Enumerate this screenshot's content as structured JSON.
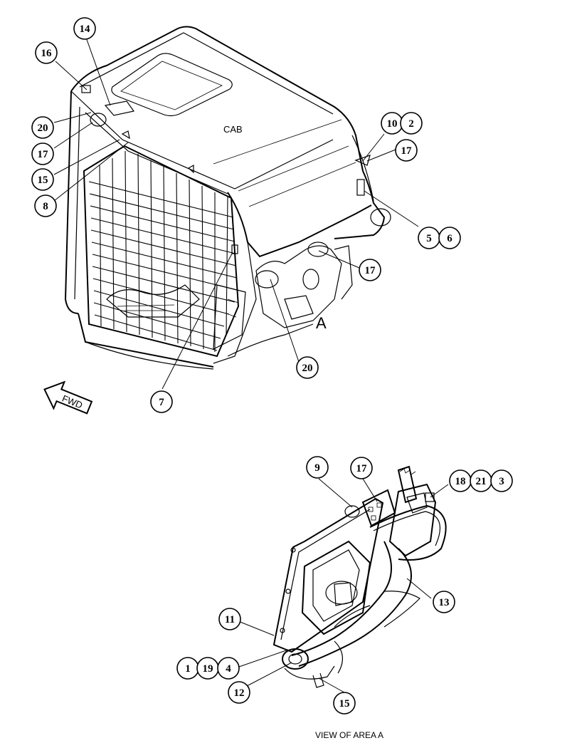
{
  "labels": {
    "cab": "CAB",
    "area_marker": "A",
    "fwd": "FWD",
    "view_caption": "VIEW OF AREA  A"
  },
  "callouts": {
    "c14": "14",
    "c16": "16",
    "c20a": "20",
    "c17a": "17",
    "c15a": "15",
    "c8": "8",
    "c10": "10",
    "c2": "2",
    "c17b": "17",
    "c5": "5",
    "c6": "6",
    "c17c": "17",
    "c20b": "20",
    "c7": "7",
    "c9": "9",
    "c17d": "17",
    "c18": "18",
    "c21": "21",
    "c3": "3",
    "c13": "13",
    "c11": "11",
    "c1": "1",
    "c19": "19",
    "c4": "4",
    "c12": "12",
    "c15b": "15"
  }
}
